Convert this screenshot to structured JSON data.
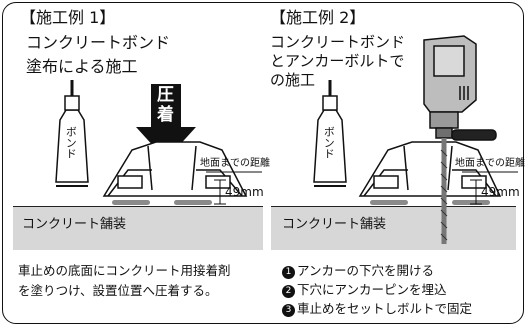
{
  "example1": {
    "heading": "【施工例 1】",
    "title_line1": "コンクリートボンド",
    "title_line2": "塗布による施工",
    "press_label_1": "圧",
    "press_label_2": "着",
    "bond_tube_label": "ボンド",
    "distance_label": "地面までの距離",
    "distance_value": "49mm",
    "pavement_label": "コンクリート舗装",
    "description_line1": "車止めの底面にコンクリート用接着剤",
    "description_line2": "を塗りつけ、設置位置へ圧着する。"
  },
  "example2": {
    "heading": "【施工例 2】",
    "title_line1": "コンクリートボンド",
    "title_line2": "とアンカーボルトで",
    "title_line3": "の施工",
    "bond_tube_label": "ボンド",
    "distance_label": "地面までの距離",
    "distance_value": "49mm",
    "pavement_label": "コンクリート舗装",
    "steps": [
      {
        "marker": "1",
        "text": "アンカーの下穴を開ける"
      },
      {
        "marker": "2",
        "text": "下穴にアンカーピンを埋込"
      },
      {
        "marker": "3",
        "text": "車止めをセットしボルトで固定"
      }
    ]
  }
}
